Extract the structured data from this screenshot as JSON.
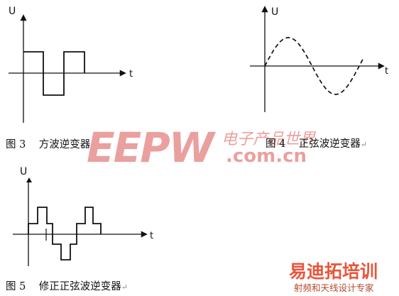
{
  "figures": [
    {
      "id": "fig3",
      "y_label": "U",
      "x_label": "t",
      "caption": "图 3    方波逆变器",
      "wave": "square",
      "stroke": "#111111"
    },
    {
      "id": "fig4",
      "y_label": "U",
      "x_label": "t",
      "caption": "图 4    正弦波逆变器",
      "wave": "sine-dashed",
      "stroke": "#111111"
    },
    {
      "id": "fig5",
      "y_label": "U",
      "x_label": "t",
      "caption": "图 5    修正正弦波逆变器",
      "wave": "modified-sine",
      "stroke": "#111111"
    }
  ],
  "watermark": {
    "logo_text": "EEPW",
    "chinese_text": "电子产品世界",
    "domain_text": ".com.cn",
    "color": "#d9534f"
  },
  "corner_badge": {
    "title": "易迪拓培训",
    "subtitle": "射频和天线设计专家",
    "title_color": "#e8563c",
    "subtitle_color": "#b14a2c"
  },
  "paragraph_mark": "↵"
}
